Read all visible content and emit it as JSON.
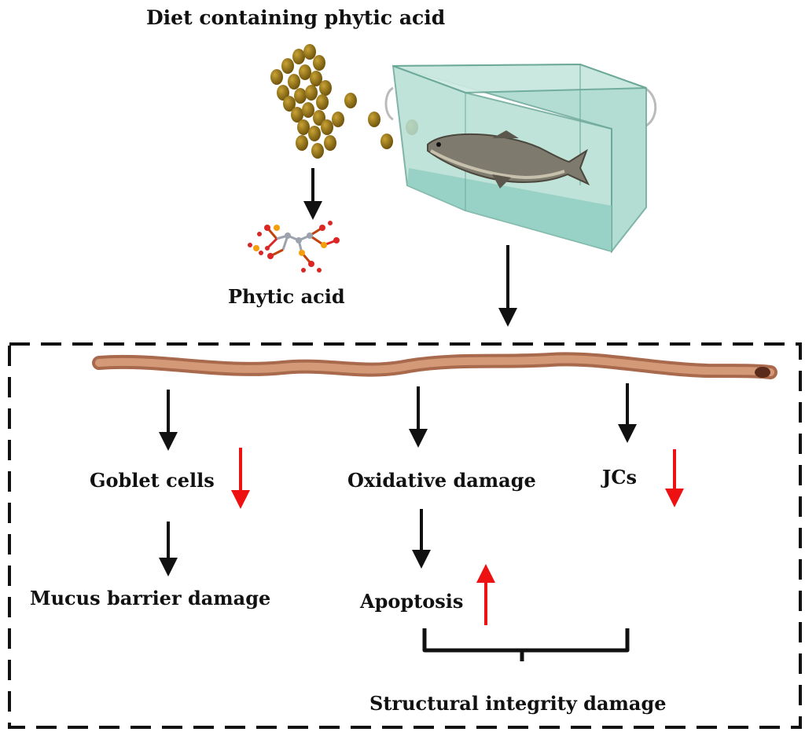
{
  "labels": {
    "diet": "Diet containing phytic acid",
    "phytic_acid": "Phytic acid",
    "goblet_cells": "Goblet cells",
    "oxidative_damage": "Oxidative damage",
    "jcs": "JCs",
    "mucus_barrier_damage": "Mucus barrier damage",
    "apoptosis": "Apoptosis",
    "structural_integrity_damage": "Structural integrity damage"
  },
  "effects": {
    "goblet_cells": "decrease",
    "jcs": "decrease",
    "apoptosis": "increase"
  },
  "colors": {
    "arrow_black": "#111111",
    "arrow_red": "#ee1111",
    "pellet": "#8a6a10",
    "tank_glass": "#bfe3d9",
    "tank_water": "#8fcdbf",
    "intestine": "#c98a68",
    "dashed_box": "#111111"
  },
  "icons": {
    "pellets": "feed-pellets-icon",
    "molecule": "phytic-acid-molecule-icon",
    "tank": "fish-tank-icon",
    "fish": "fish-icon",
    "intestine": "intestine-icon"
  }
}
